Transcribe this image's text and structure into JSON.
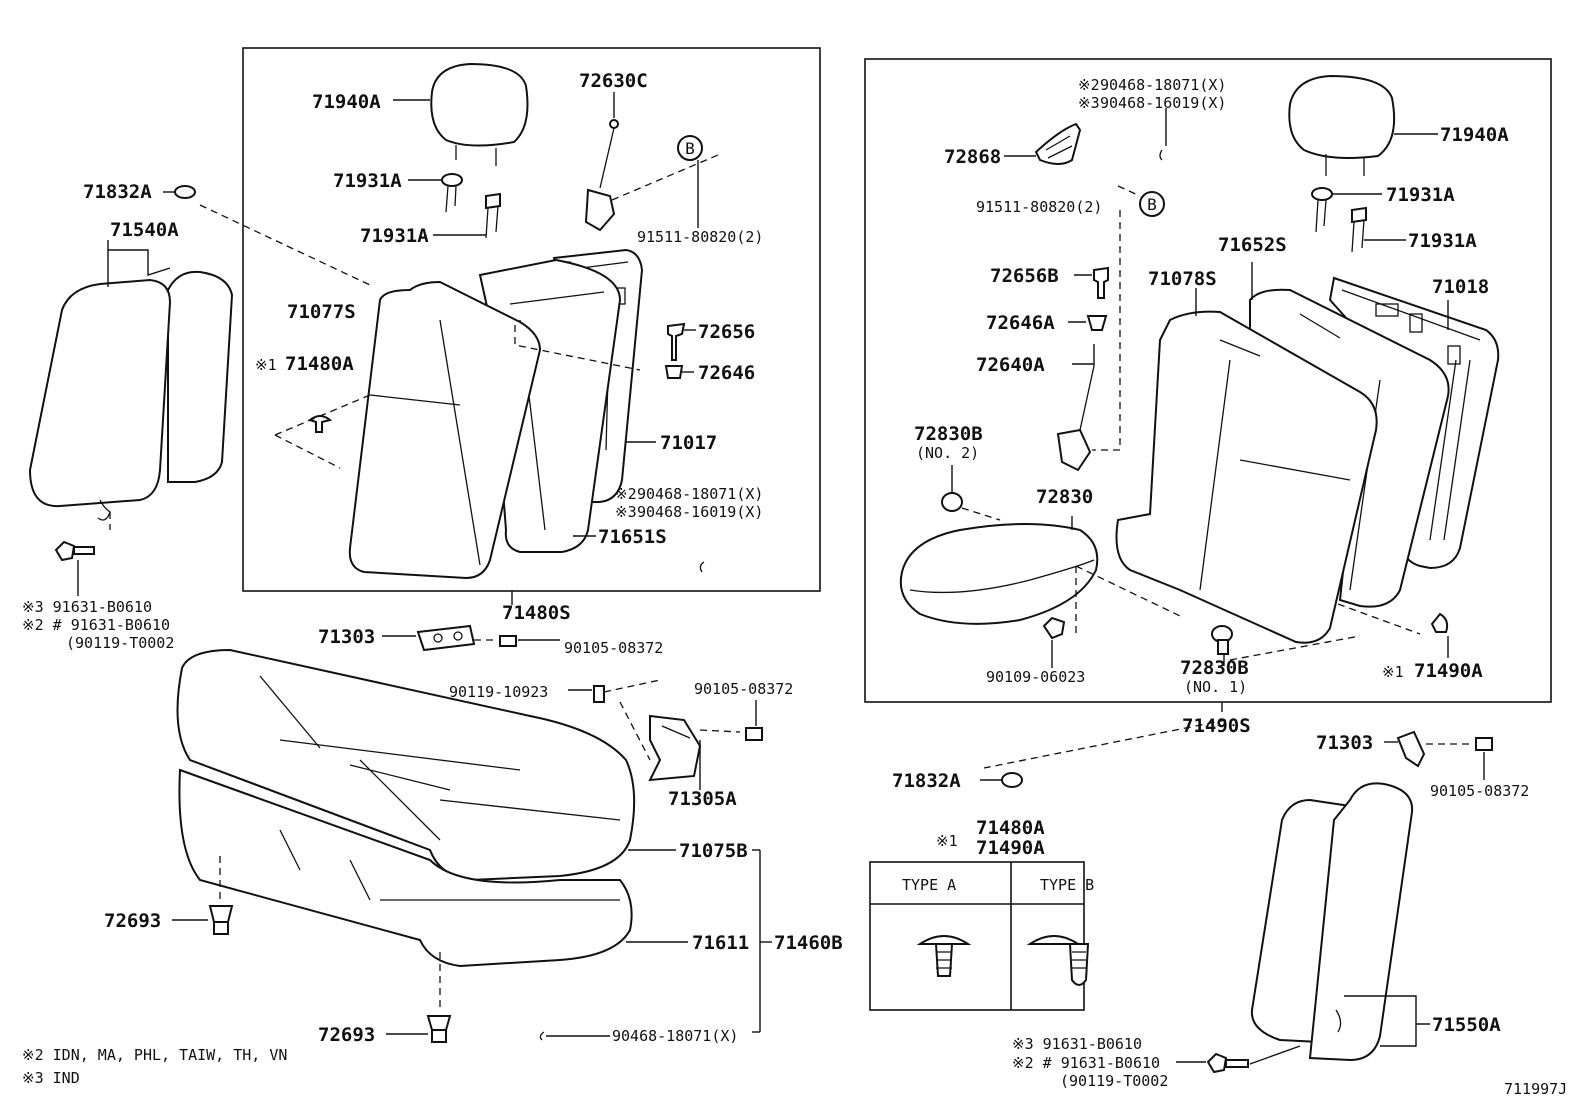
{
  "diagram_id": "711997J",
  "notes": {
    "n2": "※2  IDN, MA, PHL, TAIW, TH, VN",
    "n3": "※3  IND"
  },
  "type_table": {
    "title_mark": "※1",
    "title_1": "71480A",
    "title_2": "71490A",
    "type_a": "TYPE  A",
    "type_b": "TYPE  B"
  },
  "left_box": {
    "assembly": "71480S",
    "headrest": "71940A",
    "guide_1": "71931A",
    "guide_2": "71931A",
    "lock": "72630C",
    "circle_b": "B",
    "bolt": "91511-80820(2)",
    "cover": "71077S",
    "pad": "71651S",
    "frame": "71017",
    "knob": "72656",
    "bezel": "72646",
    "clip": "71480A",
    "clip_mark": "※1",
    "nut_2": "90468-18071(X)",
    "nut_2_mark": "※2",
    "nut_3": "90468-16019(X)",
    "nut_3_mark": "※3"
  },
  "left_side": {
    "cap": "71832A",
    "side_back": "71540A",
    "bolt_3": "※3 91631-B0610",
    "bolt_2": "※2 # 91631-B0610",
    "bolt_2b": "(90119-T0002"
  },
  "cushion": {
    "hinge": "71303",
    "nut_a": "90105-08372",
    "bolt": "90119-10923",
    "nut_b": "90105-08372",
    "bracket": "71305A",
    "cover": "71075B",
    "pad": "71611",
    "assembly": "71460B",
    "clip_1": "72693",
    "clip_2": "72693",
    "nut_c": "90468-18071(X)"
  },
  "right_box": {
    "assembly": "71490S",
    "nut_2": "90468-18071(X)",
    "nut_2_mark": "※2",
    "nut_3": "90468-16019(X)",
    "nut_3_mark": "※3",
    "headrest": "71940A",
    "guide_1": "71931A",
    "guide_2": "71931A",
    "bezel_cover": "72868",
    "bolt": "91511-80820(2)",
    "circle_b": "B",
    "knob": "72656B",
    "bezel": "72646A",
    "lock": "72640A",
    "cover": "71078S",
    "pad": "71652S",
    "frame": "71018",
    "stopper_2": "72830B",
    "stopper_2_no": "(NO. 2)",
    "armrest": "72830",
    "screw": "90109-06023",
    "stopper_1": "72830B",
    "stopper_1_no": "(NO. 1)",
    "clip": "71490A",
    "clip_mark": "※1"
  },
  "right_side": {
    "cap": "71832A",
    "hinge": "71303",
    "nut": "90105-08372",
    "side_back": "71550A",
    "bolt_3": "※3 91631-B0610",
    "bolt_2": "※2 # 91631-B0610",
    "bolt_2b": "(90119-T0002"
  }
}
